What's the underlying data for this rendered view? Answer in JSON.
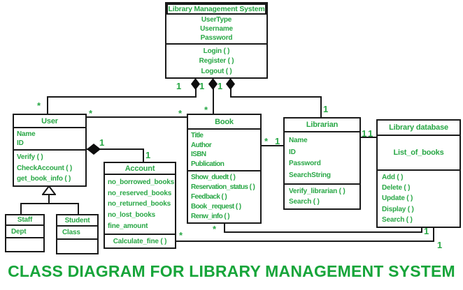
{
  "caption": "CLASS DIAGRAM FOR LIBRARY MANAGEMENT SYSTEM",
  "colors": {
    "class_text_green": "#28a745",
    "caption_green": "#17a53a",
    "line_black": "#191919",
    "background": "#ffffff"
  },
  "classes": {
    "lms": {
      "title": "Library Management System",
      "attrs": [
        "UserType",
        "Username",
        "Password"
      ],
      "methods": [
        "Login ( )",
        "Register ( )",
        "Logout ( )"
      ]
    },
    "user": {
      "title": "User",
      "attrs": [
        "Name",
        "ID"
      ],
      "methods": [
        "Verify ( )",
        "CheckAccount ( )",
        "get_book_info ( )"
      ]
    },
    "book": {
      "title": "Book",
      "attrs": [
        "Title",
        "Author",
        "ISBN",
        "Publication"
      ],
      "methods": [
        "Show_duedt ( )",
        "Reservation_status ( )",
        "Feedback ( )",
        "Book _request ( )",
        "Renw_info ( )"
      ]
    },
    "librarian": {
      "title": "Librarian",
      "attrs": [
        "Name",
        "ID",
        "Password",
        "SearchString"
      ],
      "methods": [
        "Verify_librarian ( )",
        "Search ( )"
      ]
    },
    "libdb": {
      "title": "Library database",
      "attrs": [
        "List_of_books"
      ],
      "methods": [
        "Add ( )",
        "Delete ( )",
        "Update ( )",
        "Display ( )",
        "Search ( )"
      ]
    },
    "account": {
      "title": "Account",
      "attrs": [
        "no_borrowed_books",
        "no_reserved_books",
        "no_returned_books",
        "no_lost_books",
        "fine_amount"
      ],
      "methods": [
        "Calculate_fine ( )"
      ]
    },
    "staff": {
      "title": "Staff",
      "attrs": [
        "Dept"
      ],
      "methods": []
    },
    "student": {
      "title": "Student",
      "attrs": [
        "Class"
      ],
      "methods": []
    }
  },
  "relationships": [
    {
      "id": "lms-user",
      "type": "composition",
      "from": "Library Management System",
      "to": "User",
      "from_label": "1",
      "to_label": "*"
    },
    {
      "id": "lms-book",
      "type": "composition",
      "from": "Library Management System",
      "to": "Book",
      "from_label": "1",
      "to_label": "*"
    },
    {
      "id": "lms-librarian",
      "type": "composition",
      "from": "Library Management System",
      "to": "Librarian",
      "from_label": "1",
      "to_label": "1"
    },
    {
      "id": "user-book",
      "type": "association",
      "from": "User",
      "to": "Book",
      "from_label": "*",
      "to_label": "*"
    },
    {
      "id": "user-account",
      "type": "composition",
      "from": "User",
      "to": "Account",
      "from_label": "1",
      "to_label": "1"
    },
    {
      "id": "book-librarian",
      "type": "association",
      "from": "Book",
      "to": "Librarian",
      "from_label": "*",
      "to_label": "1"
    },
    {
      "id": "librarian-libdb",
      "type": "association",
      "from": "Librarian",
      "to": "Library database",
      "from_label": "1",
      "to_label": "1"
    },
    {
      "id": "book-libdb",
      "type": "association",
      "from": "Book",
      "to": "Library database",
      "from_label": "*",
      "to_label": "1"
    },
    {
      "id": "account-libdb",
      "type": "association",
      "from": "Account",
      "to": "Library database",
      "from_label": "*",
      "to_label": "1"
    },
    {
      "id": "staff-user",
      "type": "generalization",
      "from": "Staff",
      "to": "User"
    },
    {
      "id": "student-user",
      "type": "generalization",
      "from": "Student",
      "to": "User"
    }
  ]
}
